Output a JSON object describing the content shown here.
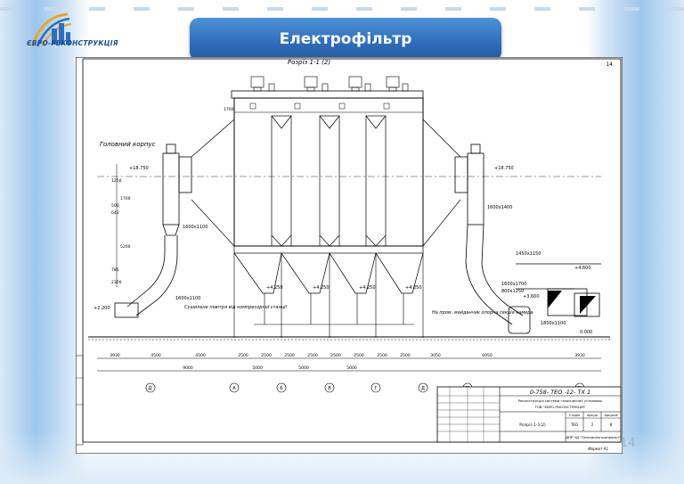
{
  "title": "Електрофільтр",
  "logo": {
    "text": "ЄВРО-РЕКОНСТРУКЦІЯ"
  },
  "page_number": "14",
  "drawing": {
    "sheet_number": "14",
    "view_label": "Розріз 1-1 (2)",
    "main_body_label": "Головний корпус",
    "elevations": [
      "+18.750",
      "+18.750",
      "+4.250",
      "+4.250",
      "+4.250",
      "+4.250",
      "+2.200",
      "+3.600",
      "+4.600",
      "0.000"
    ],
    "left_dims": [
      "1700",
      "1250",
      "500",
      "643",
      "1700",
      "5200",
      "785",
      "2300"
    ],
    "duct_labels": [
      "1600х1100",
      "1600х1100",
      "1600х1400",
      "1600х1700"
    ],
    "notes": [
      "Сушильне повітря від компресорної станції",
      "На пром. майданчик опорна секція камера"
    ],
    "dims_bottom_1": [
      "3930",
      "4500",
      "4500",
      "2500",
      "2500",
      "2500",
      "2500",
      "2500",
      "2500",
      "2500",
      "2500",
      "3050",
      "6950",
      "3930"
    ],
    "dims_bottom_2": [
      "9000",
      "5000",
      "5000",
      "5000"
    ],
    "axes": [
      "Д'",
      "Б'",
      "А",
      "Б",
      "В",
      "Г",
      "Д",
      "Б'"
    ],
    "right_dims": [
      "1450х1150",
      "800х1250",
      "1800х1100"
    ],
    "title_block": {
      "code": "0-758- ТЕО -12- ТХ 1",
      "description": "Реконструкція системи газоочисних установок",
      "company": "ТОВ \"ЄВРО-РЕКОНСТРУКЦІЯ\"",
      "drawing_name": "Розріз 1-1(2)",
      "stage_label": "Стадія",
      "sheet_label": "Аркуш",
      "sheets_label": "Аркушів",
      "stage": "ТЕО",
      "sheet": "2",
      "sheets": "8",
      "org": "ДПР ЧД \"Теплоелектропроект\"",
      "format": "Формат А1"
    }
  }
}
